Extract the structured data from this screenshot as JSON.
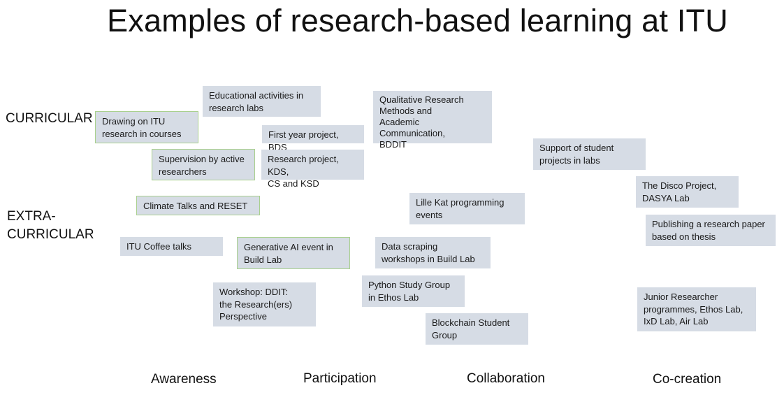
{
  "title": "Examples of research-based learning at ITU",
  "rows": {
    "curricular": "CURRICULAR",
    "extra_curricular": "EXTRA-\nCURRICULAR"
  },
  "columns": {
    "awareness": "Awareness",
    "participation": "Participation",
    "collaboration": "Collaboration",
    "cocreation": "Co-creation"
  },
  "boxes": {
    "drawing_on_research": "Drawing on ITU\nresearch in courses",
    "educational_activities": "Educational activities in\nresearch labs",
    "first_year_project": "First year project, BDS",
    "research_project": "Research project, KDS,\nCS and KSD",
    "supervision": "Supervision by active\nresearchers",
    "qualitative_research": "Qualitative Research\nMethods and\nAcademic Communication,\nBDDIT",
    "support_student_projects": "Support of student\nprojects in labs",
    "disco_project": "The Disco Project,\nDASYA Lab",
    "publishing_paper": "Publishing a research paper\nbased on thesis",
    "climate_talks": "Climate Talks and RESET",
    "lille_kat": "Lille Kat programming\nevents",
    "coffee_talks": "ITU Coffee talks",
    "generative_ai": "Generative AI event in\nBuild Lab",
    "data_scraping": "Data scraping\nworkshops in Build Lab",
    "workshop_ddit": "Workshop: DDIT:\nthe Research(ers)\nPerspective",
    "python_study": "Python Study Group\nin Ethos Lab",
    "blockchain": "Blockchain Student\nGroup",
    "junior_researcher": "Junior Researcher\nprogrammes, Ethos Lab,\nIxD Lab, Air Lab"
  },
  "colors": {
    "box_fill": "#d6dce5",
    "box_border_green": "#a9d08e"
  }
}
